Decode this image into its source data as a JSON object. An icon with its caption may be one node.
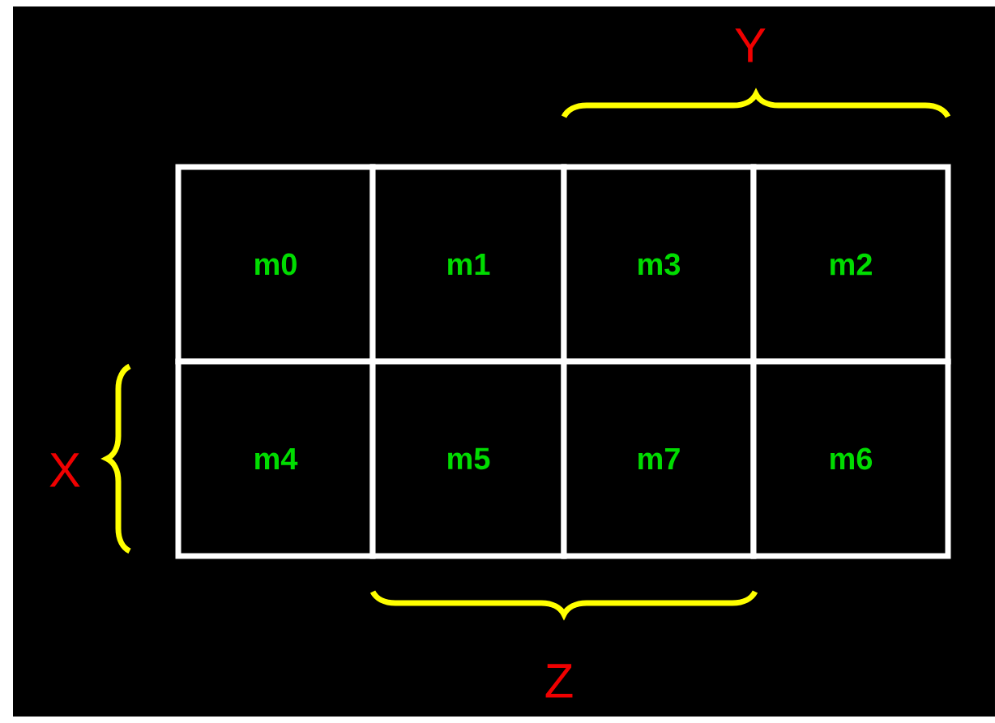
{
  "diagram": {
    "labels": [
      "Y",
      "m0",
      "m1",
      "m3",
      "m2",
      "X",
      "m4",
      "m5",
      "m7",
      "m6",
      "Z"
    ]
  }
}
